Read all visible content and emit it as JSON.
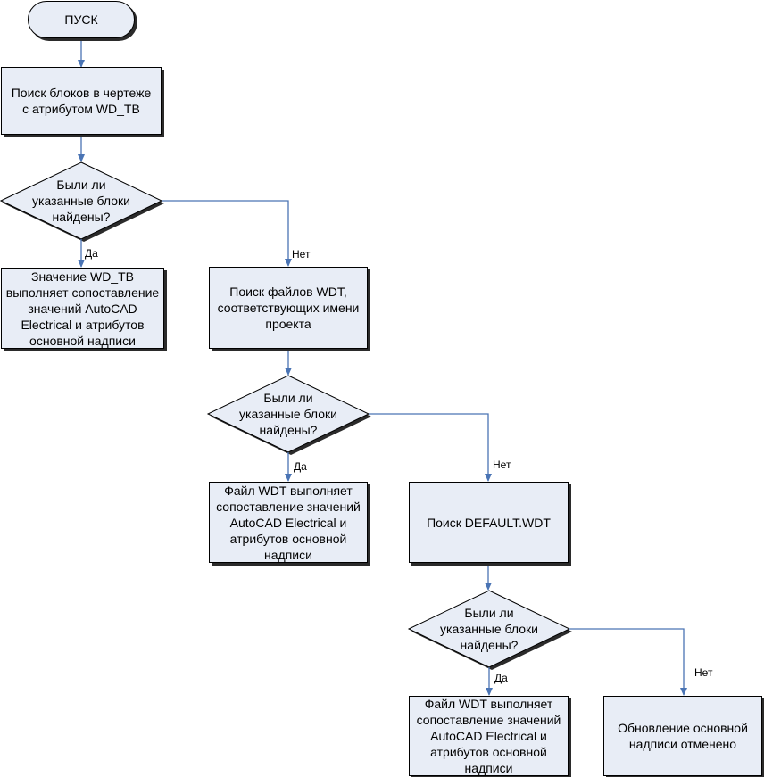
{
  "nodes": {
    "start": "ПУСК",
    "search_blocks": "Поиск блоков в чертеже\nс атрибутом WD_TB",
    "decision_1": "Были ли\nуказанные блоки\nнайдены?",
    "result_wdtb": "Значение WD_TB\nвыполняет сопоставление\nзначений AutoCAD\nElectrical и атрибутов\nосновной надписи",
    "search_wdt": "Поиск файлов WDT,\nсоответствующих имени\nпроекта",
    "decision_2": "Были ли\nуказанные блоки\nнайдены?",
    "result_wdt_1": "Файл WDT выполняет\nсопоставление значений\nAutoCAD Electrical и\nатрибутов основной\nнадписи",
    "search_default": "Поиск DEFAULT.WDT",
    "decision_3": "Были ли\nуказанные блоки\nнайдены?",
    "result_wdt_2": "Файл WDT выполняет\nсопоставление значений\nAutoCAD Electrical и\nатрибутов основной\nнадписи",
    "cancelled": "Обновление основной\nнадписи отменено"
  },
  "labels": {
    "yes_1": "Да",
    "no_1": "Нет",
    "yes_2": "Да",
    "no_2": "Нет",
    "yes_3": "Да",
    "no_3": "Нет"
  },
  "colors": {
    "node_fill": "#e8edf6",
    "connector": "#4a74b4",
    "shadow": "#2b2b2b"
  }
}
